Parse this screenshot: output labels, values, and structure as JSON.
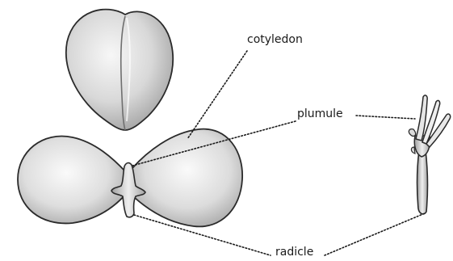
{
  "labels": {
    "cotyledon": "cotyledon",
    "plumule": "plumule",
    "radicle": "radicle"
  },
  "colors": {
    "outline": "#2a2a2a",
    "fill_light": "#f2f2f2",
    "fill_mid": "#d2d2d2",
    "fill_dark": "#a9a9a9",
    "leader": "#1a1a1a"
  }
}
